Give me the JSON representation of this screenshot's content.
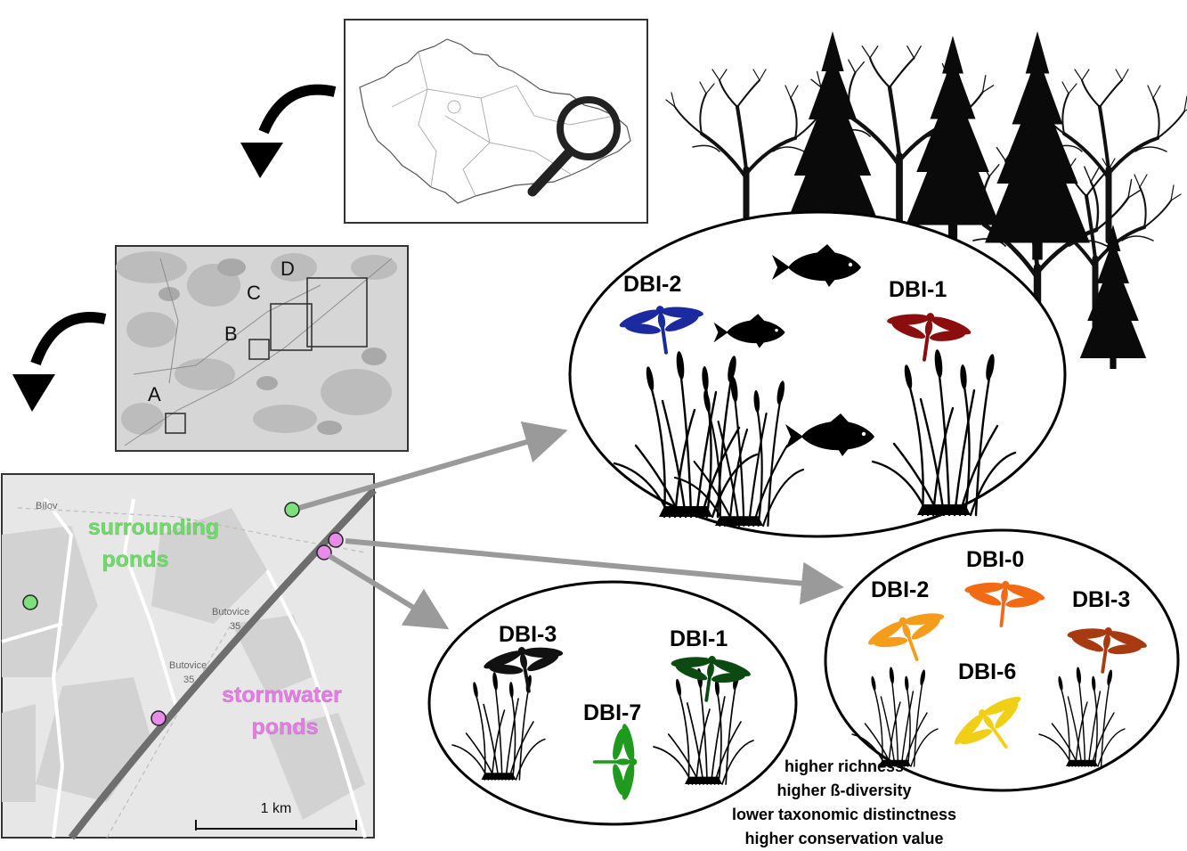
{
  "overview_map": {
    "country": "Czech Republic",
    "magnifier": "magnifier-icon"
  },
  "region_map": {
    "sites": [
      "A",
      "B",
      "C",
      "D"
    ]
  },
  "local_map": {
    "place_labels": [
      "Bílov",
      "Butovice",
      "Butovice"
    ],
    "elevations": [
      "35",
      "35"
    ],
    "scale_label": "1 km",
    "surrounding_label": [
      "surrounding",
      "ponds"
    ],
    "stormwater_label": [
      "stormwater",
      "ponds"
    ],
    "colors": {
      "surrounding": "#7ee07a",
      "stormwater": "#e98be8"
    }
  },
  "surrounding_pond": {
    "labels": [
      "DBI-2",
      "DBI-1"
    ],
    "dragonflies": [
      {
        "label": "DBI-2",
        "color": "#1b2a9e"
      },
      {
        "label": "DBI-1",
        "color": "#8b0e0e"
      }
    ],
    "fish_icon": "fish-icon"
  },
  "stormwater_pond_1": {
    "labels": [
      "DBI-3",
      "DBI-1",
      "DBI-7"
    ],
    "dragonflies": [
      {
        "label": "DBI-3",
        "color": "#111111"
      },
      {
        "label": "DBI-1",
        "color": "#0d4a12"
      },
      {
        "label": "DBI-7",
        "color": "#1f9a1f"
      }
    ]
  },
  "stormwater_pond_2": {
    "labels": [
      "DBI-0",
      "DBI-2",
      "DBI-3",
      "DBI-6"
    ],
    "dragonflies": [
      {
        "label": "DBI-0",
        "color": "#f26a14"
      },
      {
        "label": "DBI-2",
        "color": "#f59c1a"
      },
      {
        "label": "DBI-3",
        "color": "#a83a12"
      },
      {
        "label": "DBI-6",
        "color": "#f2cf17"
      }
    ]
  },
  "summary": [
    "higher richness",
    "higher ß-diversity",
    "lower taxonomic distinctness",
    "higher conservation value"
  ]
}
